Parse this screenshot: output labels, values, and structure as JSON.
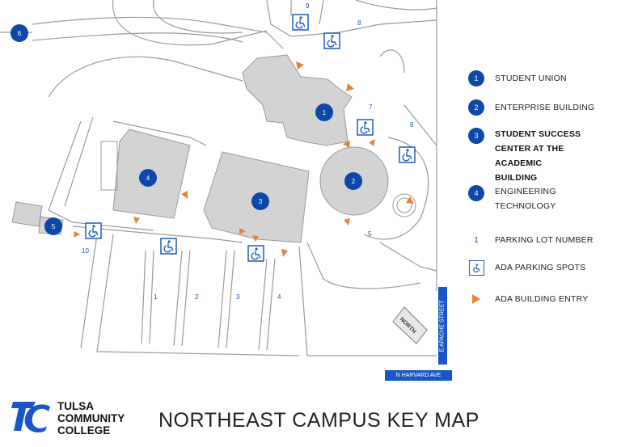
{
  "title": "NORTHEAST CAMPUS KEY MAP",
  "logo": {
    "line1": "TULSA",
    "line2": "COMMUNITY",
    "line3": "COLLEGE"
  },
  "colors": {
    "building_blue": "#0d47a8",
    "ada_orange": "#e8823a",
    "building_gray": "#d3d3d3",
    "road_outline": "#999999",
    "street_sign_blue": "#1a56c9"
  },
  "legend": [
    {
      "marker": "1",
      "label": "STUDENT UNION",
      "bold": false
    },
    {
      "marker": "2",
      "label": "ENTERPRISE BUILDING",
      "bold": false
    },
    {
      "marker": "3",
      "label": "STUDENT SUCCESS CENTER AT THE ACADEMIC BUILDING",
      "bold": true
    },
    {
      "marker": "4",
      "label": "ENGINEERING TECHNOLOGY",
      "bold": false
    },
    {
      "marker": "1",
      "label": "PARKING LOT NUMBER",
      "bold": false
    },
    {
      "marker": "ada-icon",
      "label": "ADA PARKING SPOTS",
      "bold": false
    },
    {
      "marker": "ada-entry-triangle",
      "label": "ADA BUILDING ENTRY",
      "bold": false
    }
  ],
  "buildings": [
    {
      "num": "1",
      "name": "Student Union"
    },
    {
      "num": "2",
      "name": "Enterprise Building"
    },
    {
      "num": "3",
      "name": "Student Success Center at the Academic Building"
    },
    {
      "num": "4",
      "name": "Engineering Technology"
    },
    {
      "num": "5"
    },
    {
      "num": "6"
    }
  ],
  "parking_lots": [
    "1",
    "2",
    "3",
    "4",
    "5",
    "6",
    "7",
    "8",
    "9",
    "10"
  ],
  "streets": {
    "east": "E APACHE STREET",
    "south": "N HARVARD AVE"
  },
  "north_label": "NORTH"
}
